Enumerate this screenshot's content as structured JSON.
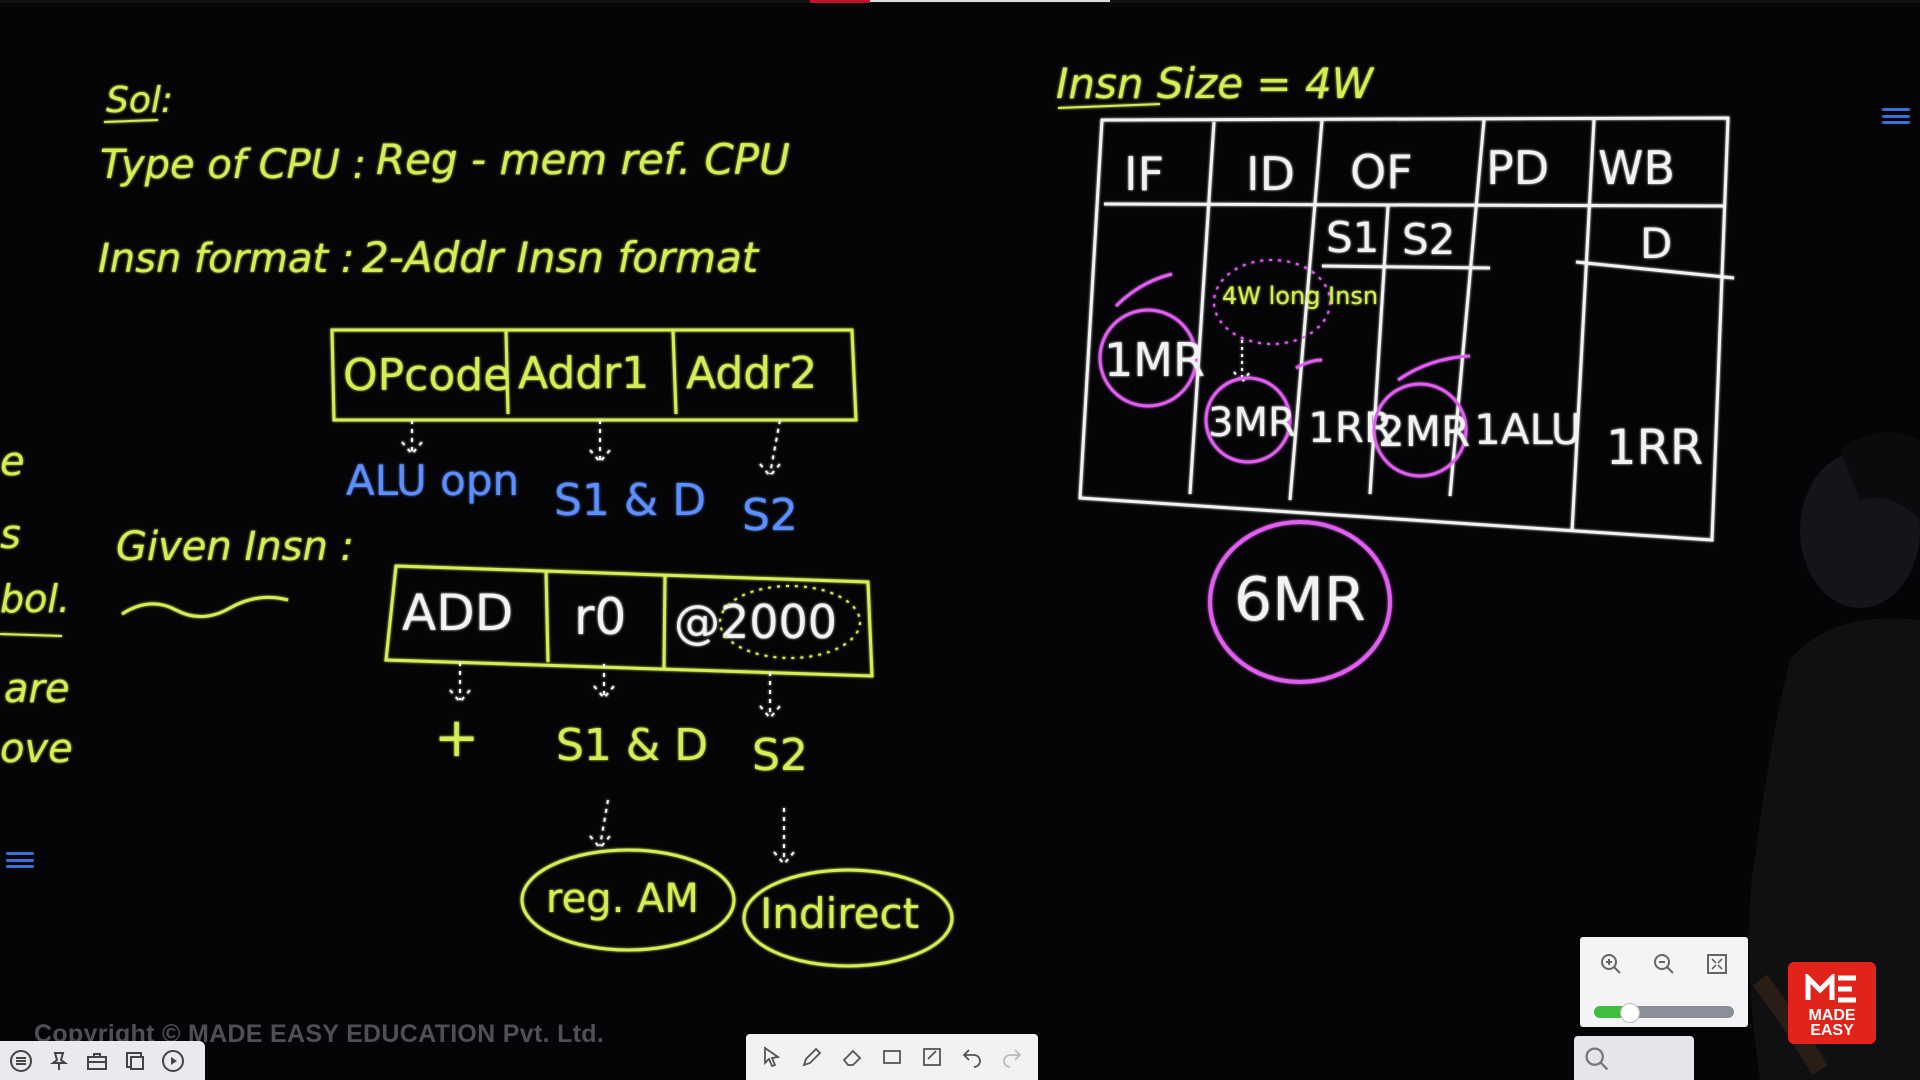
{
  "window": {
    "copyright": "Copyright © MADE EASY EDUCATION Pvt. Ltd.",
    "brand_line1": "MADE",
    "brand_line2": "EASY"
  },
  "board": {
    "sol": "Sol:",
    "cpu_type_label": "Type of CPU :",
    "cpu_type_value": "Reg - mem ref. CPU",
    "insn_format_label": "Insn format :",
    "insn_format_value": "2-Addr Insn format",
    "format_fields": [
      "OPcode",
      "Addr1",
      "Addr2"
    ],
    "format_meaning": [
      "ALU opn",
      "S1 & D",
      "S2"
    ],
    "given_label": "Given Insn :",
    "given_fields": [
      "ADD",
      "r0",
      "@2000"
    ],
    "given_meaning": [
      "+",
      "S1 & D",
      "S2"
    ],
    "addressing_modes": [
      "reg. AM",
      "Indirect"
    ],
    "margin_fragments": [
      "e",
      "s",
      "bol.",
      "are",
      "ove"
    ],
    "insn_size": "Insn Size = 4W",
    "pipeline_stages": [
      "IF",
      "ID",
      "OF",
      "PD",
      "WB"
    ],
    "of_operands": [
      "S1",
      "S2"
    ],
    "wb_operand": "D",
    "long_insn_note": "4W long Insn",
    "stage_costs": [
      "1MR",
      "3MR",
      "1RR",
      "2MR",
      "1ALU",
      "1RR"
    ],
    "total": "6MR"
  },
  "toolbars": {
    "left_tools": [
      "menu-icon",
      "pin-icon",
      "toolbox-icon",
      "pages-icon",
      "play-icon"
    ],
    "draw_tools": [
      "pointer-icon",
      "pen-icon",
      "eraser-icon",
      "rectangle-icon",
      "note-icon",
      "undo-icon",
      "redo-icon"
    ],
    "zoom_tools": [
      "zoom-in-icon",
      "zoom-out-icon",
      "fit-screen-icon"
    ],
    "zoom_level": 0.25
  },
  "colors": {
    "chalk_green": "#d4ef55",
    "chalk_blue": "#5d8fff",
    "chalk_pink": "#e15ef0",
    "chalk_white": "#f2f2f2",
    "brand_red": "#e2231a"
  }
}
